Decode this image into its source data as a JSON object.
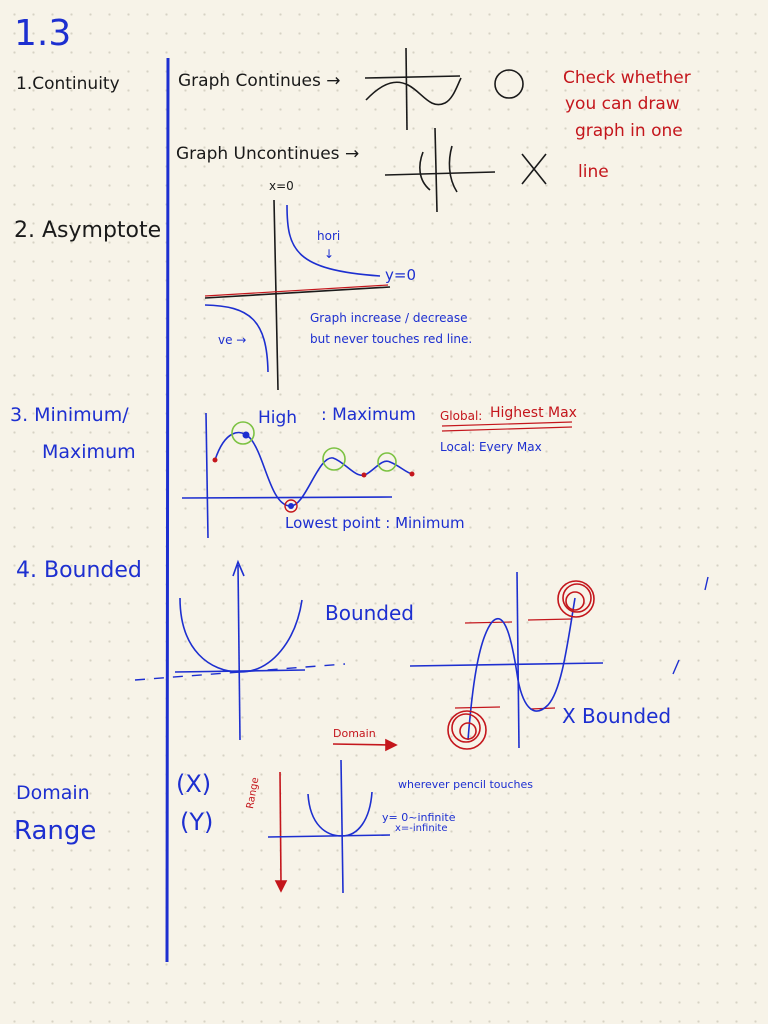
{
  "page": {
    "title": "1.3"
  },
  "colors": {
    "blue_ink": "#1d2fd0",
    "black_ink": "#1a1a1a",
    "red_ink": "#c4161c",
    "green_marker": "#7cc242",
    "paper": "#f7f3e8"
  },
  "sections": {
    "continuity": {
      "topic": "1.Continuity",
      "continuous_label": "Graph Continues →",
      "continuous_mark": "O",
      "discontinuous_label": "Graph Uncontinues →",
      "discontinuous_mark": "X",
      "discontinuity_x_label": "x=0",
      "tip": [
        "Check whether",
        "you can draw",
        "graph in one",
        "line"
      ]
    },
    "asymptote": {
      "topic": "2. Asymptote",
      "hori_label": "hori",
      "hori_arrow": "↓",
      "y_label": "y=0",
      "ve_label": "ve →",
      "note_line1": "Graph increase / decrease",
      "note_line2": "but never touches red line."
    },
    "min_max": {
      "topic_line1": "3. Minimum/",
      "topic_line2": "Maximum",
      "high_label": "High",
      "max_label": ": Maximum",
      "global_label": "Global:",
      "global_value": "Highest Max",
      "local_label": "Local: Every Max",
      "lowest_label": "Lowest point : Minimum"
    },
    "bounded": {
      "topic": "4. Bounded",
      "bounded_label": "Bounded",
      "not_bounded_label": "X Bounded"
    },
    "domain_range": {
      "topic_line1": "Domain",
      "topic_line2": "Range",
      "x_label": "(X)",
      "y_label": "(Y)",
      "domain_label": "Domain",
      "range_label": "Range",
      "pencil_label": "wherever pencil touches",
      "y_note": "y= 0~infinite",
      "x_note": "x=-infinite"
    }
  }
}
